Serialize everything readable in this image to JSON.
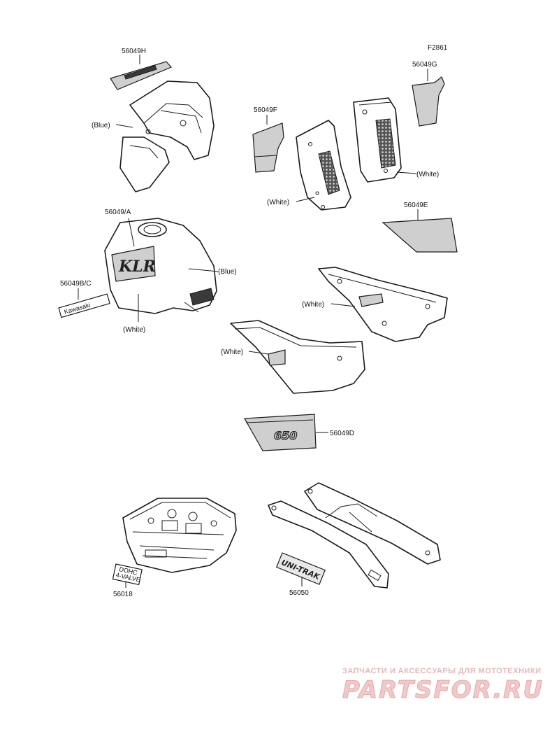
{
  "figure_code": "F2861",
  "labels": {
    "p56049H": "56049H",
    "p56049G": "56049G",
    "p56049F": "56049F",
    "p56049E": "56049E",
    "p56049A": "56049/A",
    "p56049BC": "56049B/C",
    "p56049D": "56049D",
    "p56018": "56018",
    "p56050": "56050",
    "blue_fairing": "(Blue)",
    "blue_tank": "(Blue)",
    "white_tank": "(White)",
    "white_radiator_left": "(White)",
    "white_radiator_right": "(White)",
    "white_sidecover_right": "(White)",
    "white_sidecover_left": "(White)"
  },
  "decals": {
    "kawasaki": "Kawasaki",
    "tank_logo": "KLR",
    "sidecover_number": "650",
    "head_decal_line1": "DOHC",
    "head_decal_line2": "4-VALVE",
    "swingarm_decal": "UNI-TRAK"
  },
  "watermark": {
    "caption": "ЗАПЧАСТИ И АКСЕССУАРЫ ДЛЯ МОТОТЕХНИКИ",
    "logo": "PARTSFOR.RU"
  },
  "colors": {
    "ink": "#1a1a1a",
    "watermark": "#e6a8a8"
  }
}
